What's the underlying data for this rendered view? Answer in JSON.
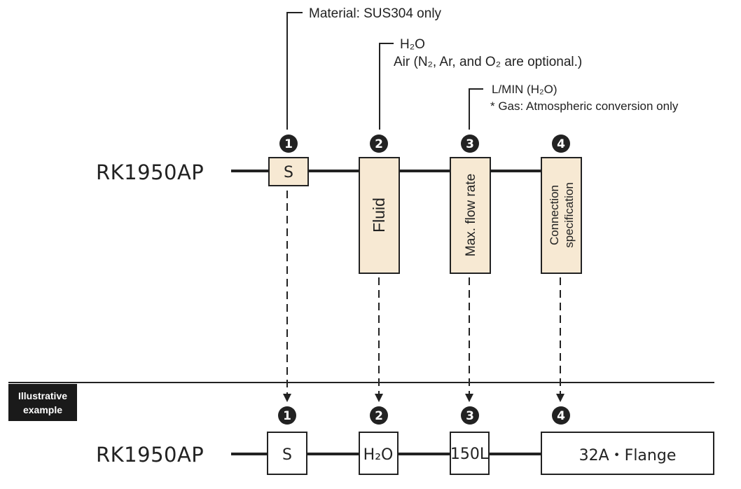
{
  "top": {
    "model": "RK1950AP",
    "badges": [
      "1",
      "2",
      "3",
      "4"
    ],
    "segments": {
      "material_code": "S",
      "fluid_label": "Fluid",
      "flow_label": "Max. flow rate",
      "connection_label_line1": "Connection",
      "connection_label_line2": "specification"
    }
  },
  "annotations": {
    "material": "Material: SUS304 only",
    "fluid": {
      "line1": "H₂O",
      "line2": "Air (N₂, Ar, and O₂ are optional.)"
    },
    "flow": {
      "line1": "L/MIN (H₂O)",
      "line2": "* Gas: Atmospheric conversion only"
    }
  },
  "example": {
    "tag_line1": "Illustrative",
    "tag_line2": "example",
    "model": "RK1950AP",
    "badges": [
      "1",
      "2",
      "3",
      "4"
    ],
    "values": {
      "material": "S",
      "fluid": "H₂O",
      "flow": "150L",
      "connection": "32A・Flange"
    }
  },
  "colors": {
    "box_fill": "#f7e9d3",
    "line": "#222222"
  }
}
